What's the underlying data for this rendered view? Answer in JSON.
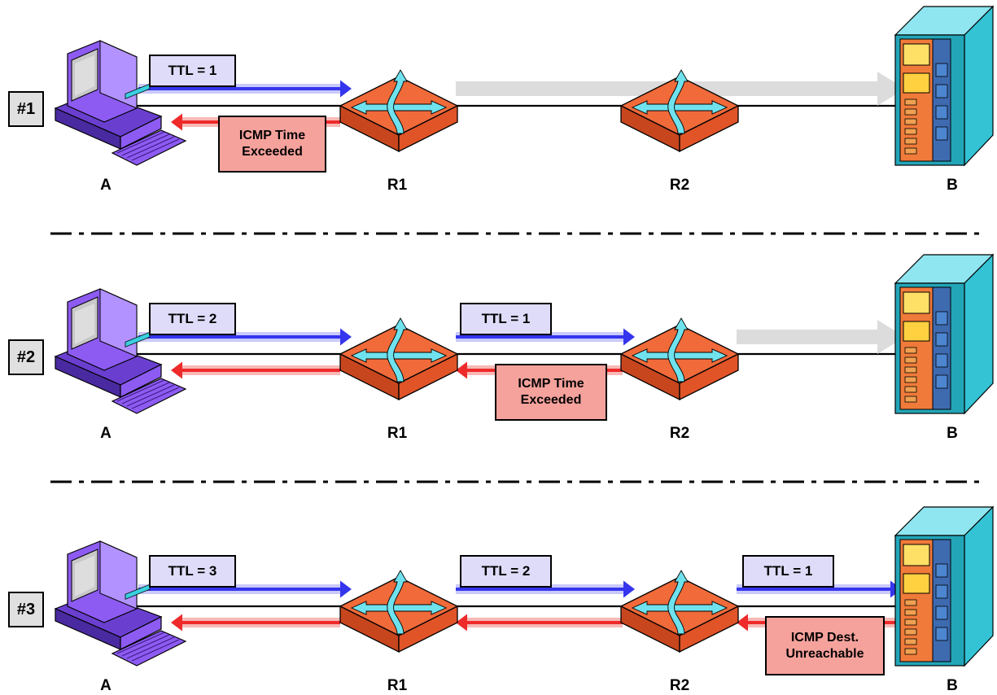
{
  "steps": [
    {
      "label": "#1",
      "probes": [
        "TTL = 1"
      ],
      "reply": "ICMP Time\nExceeded",
      "nodes": [
        "A",
        "R1",
        "R2",
        "B"
      ]
    },
    {
      "label": "#2",
      "probes": [
        "TTL = 2",
        "TTL = 1"
      ],
      "reply": "ICMP Time\nExceeded",
      "nodes": [
        "A",
        "R1",
        "R2",
        "B"
      ]
    },
    {
      "label": "#3",
      "probes": [
        "TTL = 3",
        "TTL = 2",
        "TTL = 1"
      ],
      "reply": "ICMP Dest.\nUnreachable",
      "nodes": [
        "A",
        "R1",
        "R2",
        "B"
      ]
    }
  ],
  "colors": {
    "probe_arrow": "#3535ee",
    "reply_arrow": "#ee2a2a",
    "pending_arrow": "#dcdcdc",
    "probe_box": "#dedcf8",
    "reply_box": "#f6a29c",
    "router": "#f06a3a",
    "server": "#33c3d4",
    "computer": "#8d5bf2"
  },
  "icons": {
    "host_a": "desktop-computer-icon",
    "routers": "router-icon",
    "host_b": "server-tower-icon"
  }
}
